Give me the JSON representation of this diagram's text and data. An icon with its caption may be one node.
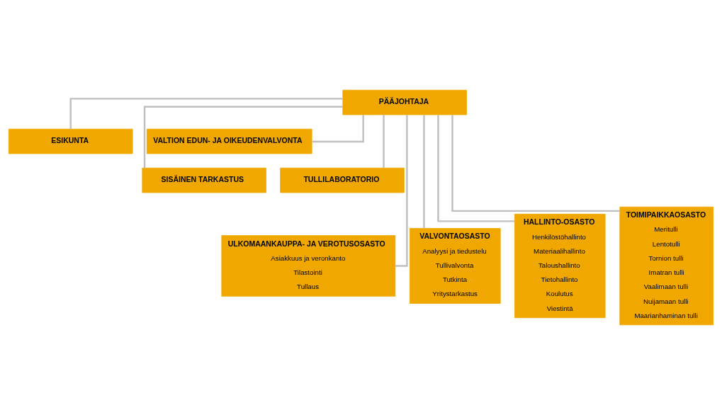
{
  "diagram": {
    "nodes": [
      {
        "text": [
          "PÄÄJOHTAJA"
        ]
      },
      {
        "text": [
          "ESIKUNTA"
        ]
      },
      {
        "text": [
          "VALTION EDUN- JA OIKEUDENVALVONTA"
        ]
      },
      {
        "text": [
          "SISÄINEN TARKASTUS"
        ]
      },
      {
        "text": [
          "TULLILABORATORIO"
        ]
      },
      {
        "text": [
          "ULKOMAANKAUPPA- JA VEROTUSOSASTO",
          "Asiakkuus ja veronkanto",
          "Tilastointi",
          "Tullaus"
        ]
      },
      {
        "text": [
          "VALVONTAOSASTO",
          "Analyysi ja tiedustelu",
          "Tullivalvonta",
          "Tutkinta",
          "Yritystarkastus"
        ]
      },
      {
        "text": [
          "HALLINTO-OSASTO",
          "Henkilöstöhallinto",
          "Materiaalihallinto",
          "Taloushallinto",
          "Tietohallinto",
          "Koulutus",
          "Viestintä"
        ]
      },
      {
        "text": [
          "TOIMIPAIKKAOSASTO",
          "Meritulli",
          "Lentotulli",
          "Tornion tulli",
          "Imatran tulli",
          "Vaalimaan tulli",
          "Nuijamaan tulli",
          "Maarianhaminan tulli"
        ]
      }
    ],
    "edges": [
      {
        "from": 0,
        "to": 1,
        "arrow": "none"
      },
      {
        "from": 0,
        "to": 2,
        "arrow": "none"
      },
      {
        "from": 0,
        "to": 3,
        "arrow": "none"
      },
      {
        "from": 0,
        "to": 4,
        "arrow": "none"
      },
      {
        "from": 0,
        "to": 5,
        "arrow": "none"
      },
      {
        "from": 0,
        "to": 6,
        "arrow": "none"
      },
      {
        "from": 0,
        "to": 7,
        "arrow": "none"
      },
      {
        "from": 0,
        "to": 8,
        "arrow": "none"
      }
    ]
  }
}
